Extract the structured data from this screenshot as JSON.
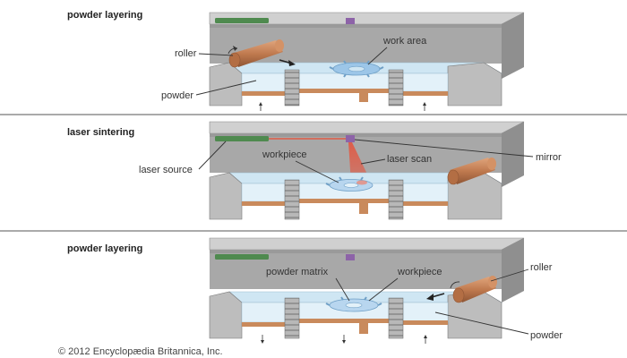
{
  "copyright": "© 2012 Encyclopædia Britannica, Inc.",
  "panels": [
    {
      "title": "powder layering",
      "labels": {
        "roller": "roller",
        "work_area": "work area",
        "powder": "powder"
      }
    },
    {
      "title": "laser sintering",
      "labels": {
        "workpiece": "workpiece",
        "laser_scan": "laser scan",
        "laser_source": "laser source",
        "mirror": "mirror"
      }
    },
    {
      "title": "powder layering",
      "labels": {
        "powder_matrix": "powder matrix",
        "workpiece": "workpiece",
        "roller": "roller",
        "powder": "powder"
      }
    }
  ],
  "colors": {
    "machine_top": "#c9c9c9",
    "machine_side": "#9d9d9d",
    "wall_front": "#b5b5b5",
    "powder": "#cfe6f3",
    "piston": "#c98a5c",
    "roller": "#c07a4f",
    "laser_source": "#4f8a4f",
    "mirror": "#8d63a8",
    "laser_beam": "#e05a45",
    "workpiece": "#9cc6e8",
    "divider": "#555555"
  }
}
